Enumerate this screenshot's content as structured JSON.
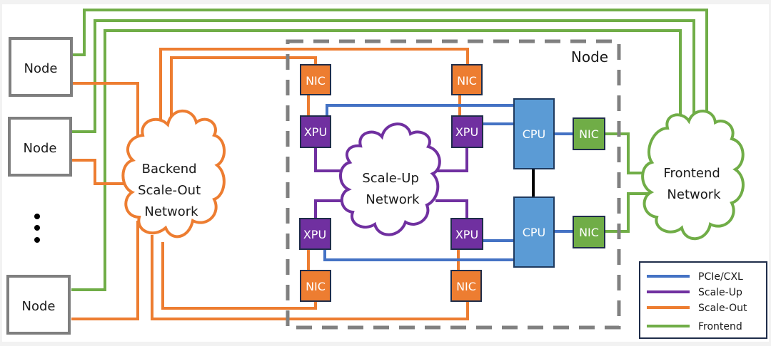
{
  "title": "AI cluster network topology",
  "colors": {
    "pcie": "#4472c4",
    "scaleup": "#7030a0",
    "scaleout": "#ed7d31",
    "frontend": "#70ad47",
    "node_border": "#7f7f7f",
    "cpu_fill": "#5b9bd5",
    "xpu_fill": "#7030a0",
    "nic_orange_fill": "#ed7d31",
    "nic_green_fill": "#70ad47",
    "box_border": "#1f2d4a",
    "text_dark": "#1a1a1a",
    "text_light": "#ffffff"
  },
  "external_nodes": [
    {
      "label": "Node"
    },
    {
      "label": "Node"
    },
    {
      "label": "Node"
    }
  ],
  "ellipsis": "⋮",
  "clouds": {
    "backend": {
      "lines": [
        "Backend",
        "Scale-Out",
        "Network"
      ]
    },
    "scaleup": {
      "lines": [
        "Scale-Up",
        "Network"
      ]
    },
    "frontend": {
      "lines": [
        "Frontend",
        "Network"
      ]
    }
  },
  "node_group": {
    "label": "Node"
  },
  "components": {
    "nic_top_left": "NIC",
    "nic_top_right": "NIC",
    "nic_bottom_left": "NIC",
    "nic_bottom_right": "NIC",
    "xpu_top_left": "XPU",
    "xpu_top_right": "XPU",
    "xpu_bottom_left": "XPU",
    "xpu_bottom_right": "XPU",
    "cpu_top": "CPU",
    "cpu_bottom": "CPU",
    "nic_front_top": "NIC",
    "nic_front_bottom": "NIC"
  },
  "legend": {
    "items": [
      {
        "label": "PCIe/CXL",
        "color": "#4472c4"
      },
      {
        "label": "Scale-Up",
        "color": "#7030a0"
      },
      {
        "label": "Scale-Out",
        "color": "#ed7d31"
      },
      {
        "label": "Frontend",
        "color": "#70ad47"
      }
    ]
  }
}
